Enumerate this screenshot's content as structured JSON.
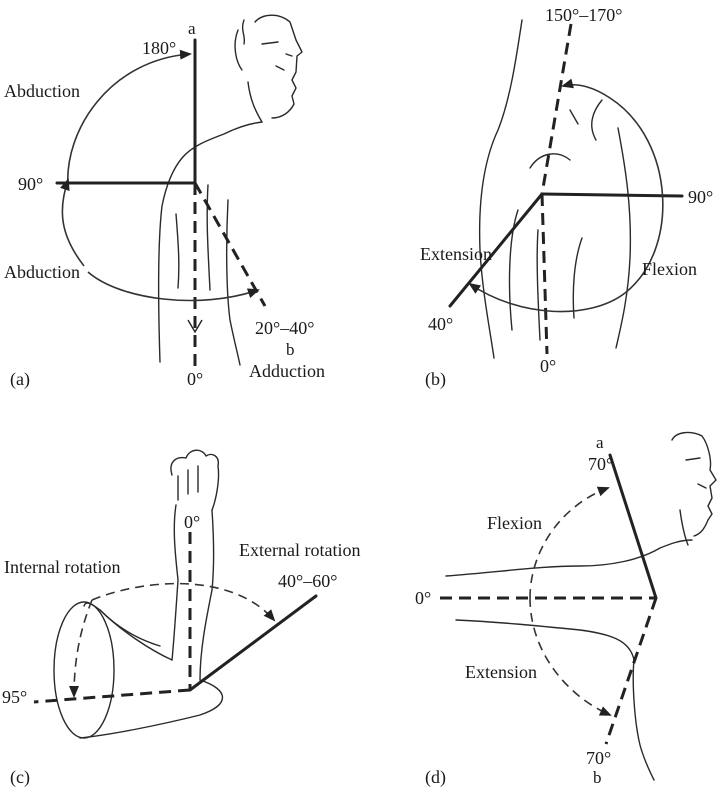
{
  "panels": {
    "a": {
      "panel_label": "(a)",
      "top_angle": "180°",
      "top_letter": "a",
      "upper_motion": "Abduction",
      "side_angle": "90°",
      "lower_motion": "Abduction",
      "bottom_angle": "0°",
      "adduction_range": "20°–40°",
      "adduction_letter": "b",
      "adduction_label": "Adduction"
    },
    "b": {
      "panel_label": "(b)",
      "top_angle": "150°–170°",
      "side_angle": "90°",
      "extension_label": "Extension",
      "extension_angle": "40°",
      "flexion_label": "Flexion",
      "bottom_angle": "0°"
    },
    "c": {
      "panel_label": "(c)",
      "top_angle": "0°",
      "internal_label": "Internal rotation",
      "external_label": "External rotation",
      "external_range": "40°–60°",
      "internal_angle": "95°"
    },
    "d": {
      "panel_label": "(d)",
      "top_letter": "a",
      "top_angle": "70°",
      "flexion_label": "Flexion",
      "side_angle": "0°",
      "extension_label": "Extension",
      "bottom_angle": "70°",
      "bottom_letter": "b"
    }
  }
}
